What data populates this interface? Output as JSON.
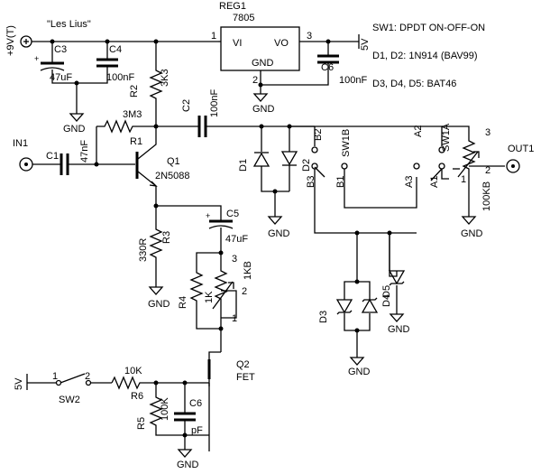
{
  "title_quote": "\"Les Lius\"",
  "supply_label": "+9V(T)",
  "reg": {
    "ref": "REG1",
    "part": "7805",
    "vi": "VI",
    "vo": "VO",
    "gnd": "GND",
    "pin1": "1",
    "pin2": "2",
    "pin3": "3"
  },
  "rail_5v": "5V",
  "notes": [
    "SW1: DPDT ON-OFF-ON",
    "D1, D2: 1N914 (BAV99)",
    "D3, D4, D5: BAT46"
  ],
  "components": {
    "c3": "C3",
    "c3_val": "47uF",
    "c4": "C4",
    "c4_val": "100nF",
    "c6a": "C6",
    "c6a_val": "100nF",
    "r2": "R2",
    "r2_val": "3K3",
    "r1": "R1",
    "r1_val": "3M3",
    "c2": "C2",
    "c2_val": "100nF",
    "c1": "C1",
    "c1_val": "47nF",
    "in1": "IN1",
    "q1": "Q1",
    "q1_part": "2N5088",
    "d1": "D1",
    "d2": "D2",
    "sw1b": "SW1B",
    "sw1a": "SW1A",
    "b1": "B1",
    "b2": "B2",
    "b3": "B3",
    "a1": "A1",
    "a2": "A2",
    "a3": "A3",
    "out1": "OUT1",
    "pot_out": "100KB",
    "pot_out_p1": "1",
    "pot_out_p2": "2",
    "pot_out_p3": "3",
    "c5": "C5",
    "c5_val": "47uF",
    "r3": "R3",
    "r3_val": "330R",
    "r4": "R4",
    "r4_val": "1K",
    "pot_1kb": "1KB",
    "pot_1kb_p1": "1",
    "pot_1kb_p2": "2",
    "pot_1kb_p3": "3",
    "d3": "D3",
    "d4": "D4",
    "d5": "D5",
    "q2": "Q2",
    "q2_type": "FET",
    "sw2_v": "5V",
    "sw2": "SW2",
    "sw2_p1": "1",
    "sw2_p2": "2",
    "r6": "R6",
    "r6_val": "10K",
    "r5": "R5",
    "r5_val": "100K",
    "c6b": "C6",
    "c6b_val": "pF"
  },
  "gnd": "GND"
}
